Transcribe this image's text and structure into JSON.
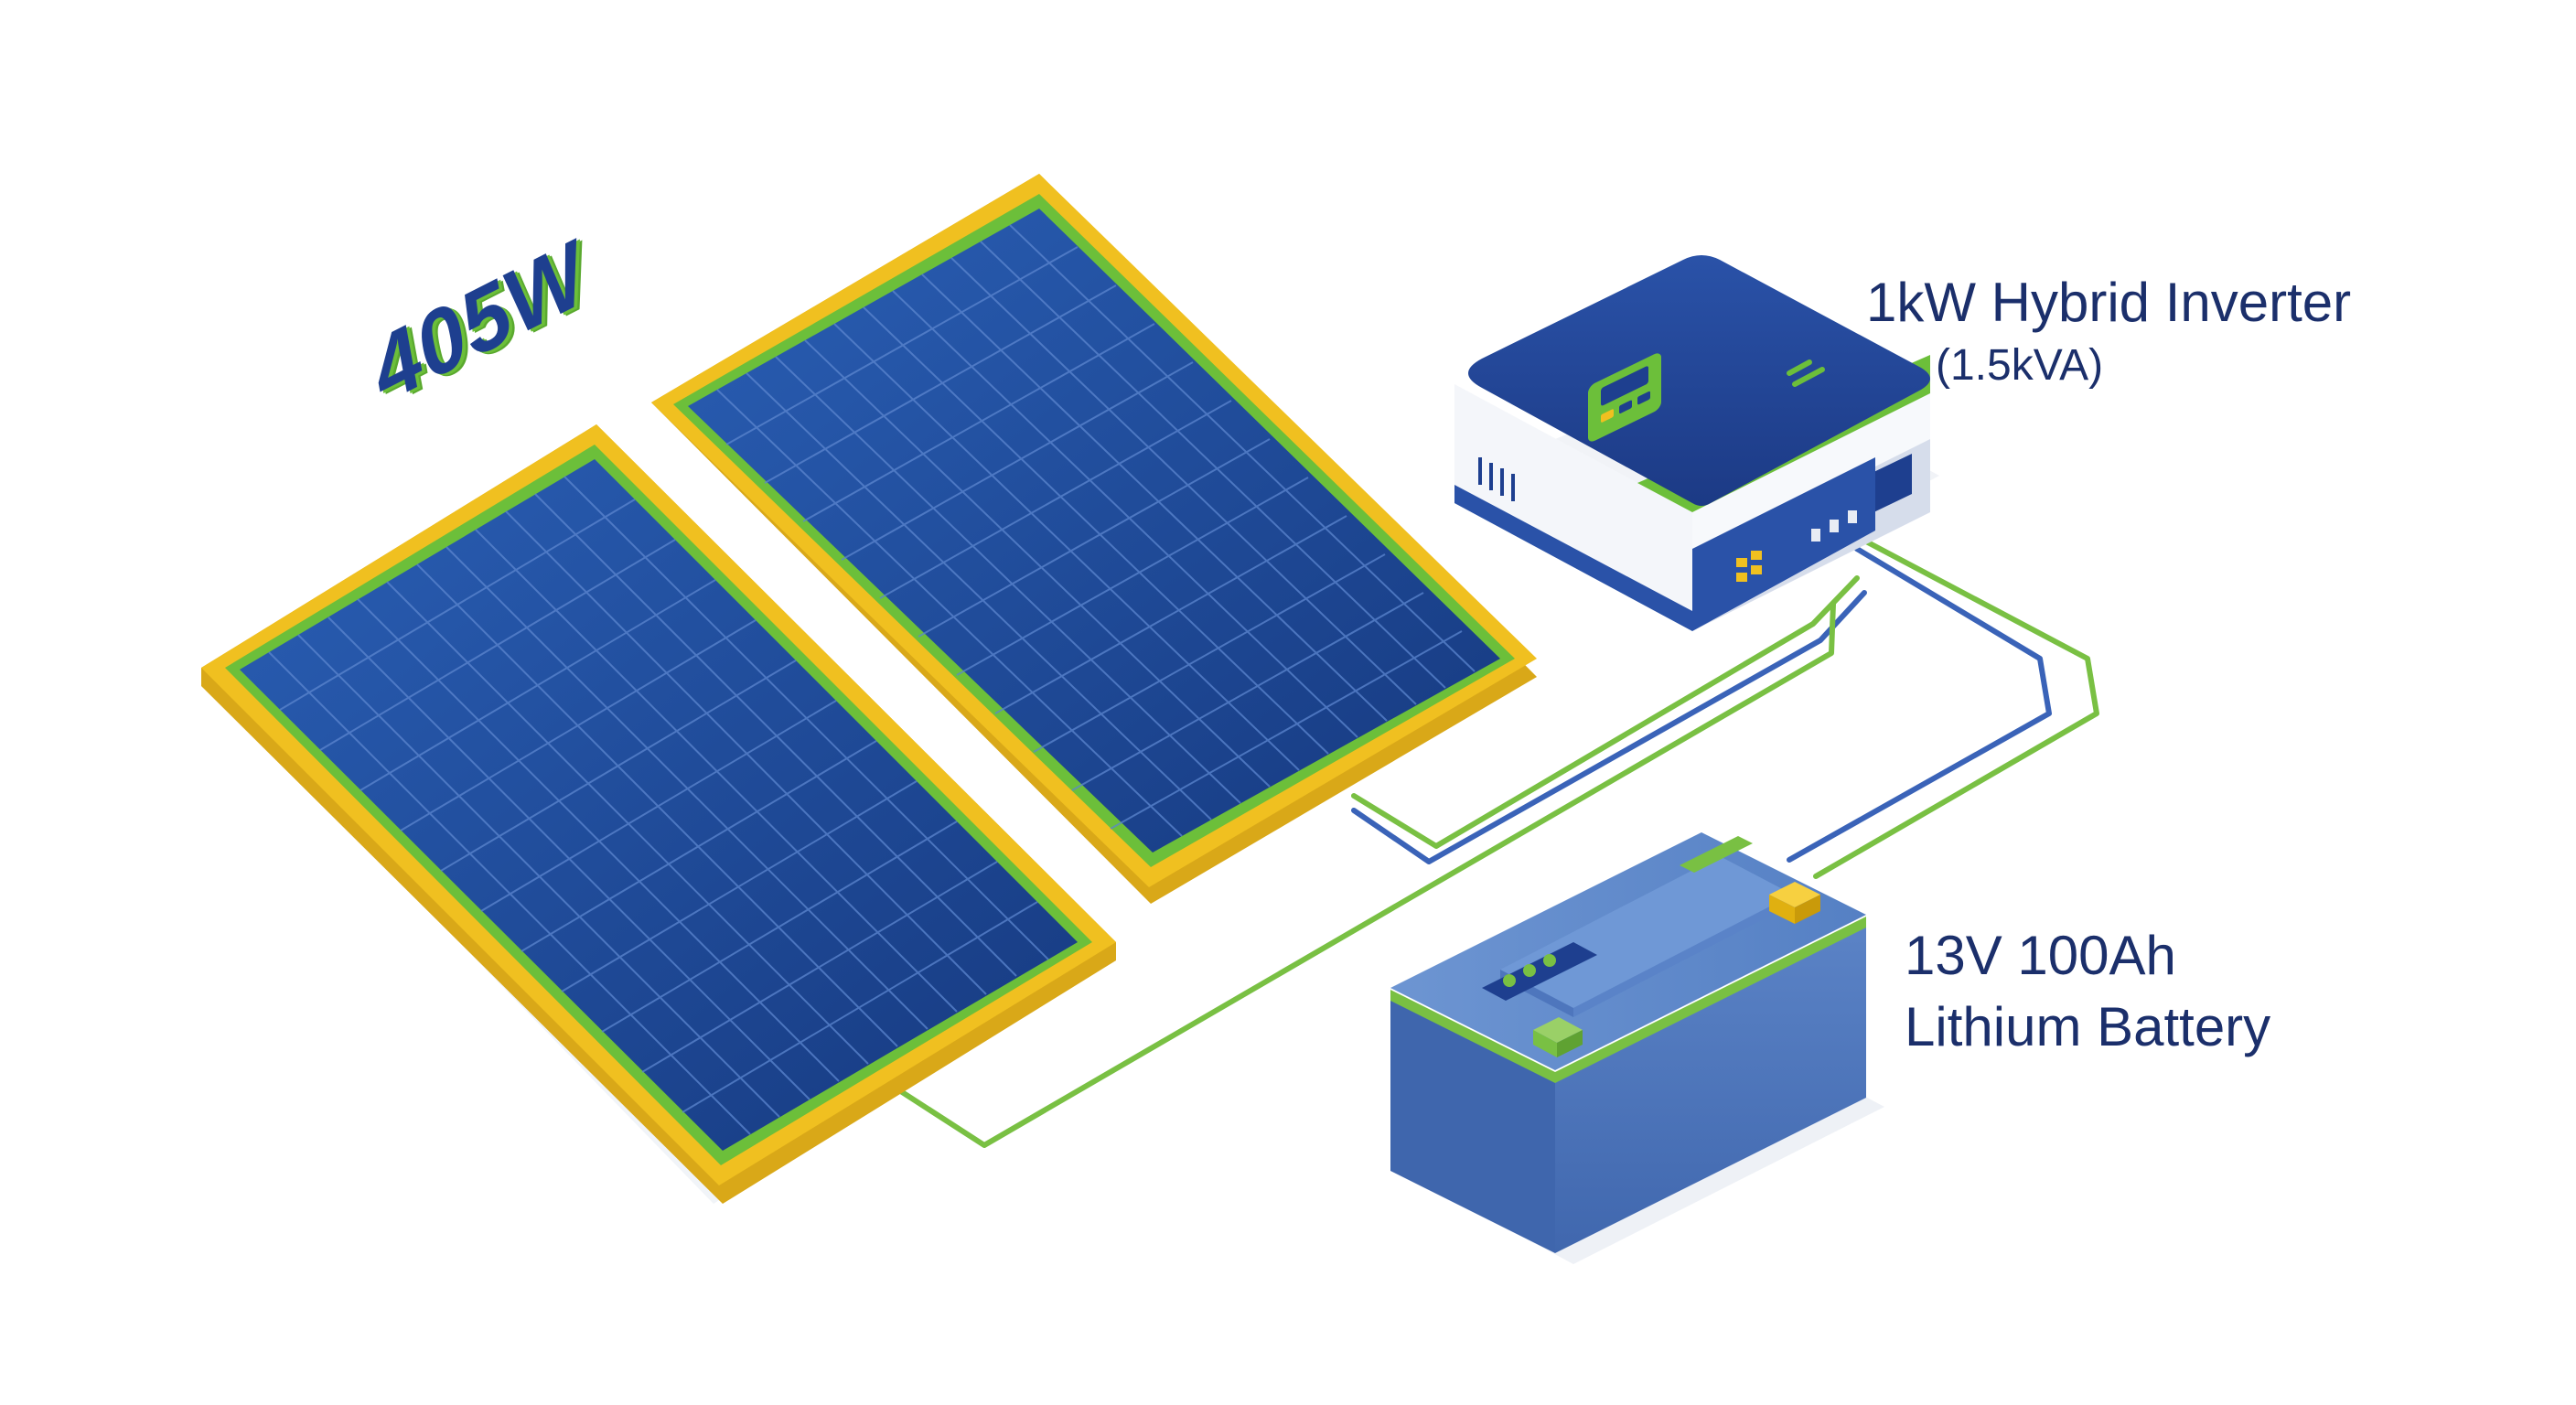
{
  "labels": {
    "panel_rating": "405W",
    "inverter_title": "1kW Hybrid Inverter",
    "inverter_sub": "(1.5kVA)",
    "battery_title": "13V 100Ah",
    "battery_sub": "Lithium Battery"
  },
  "components": {
    "panels": {
      "count": 2
    },
    "inverter": {
      "icon": "hybrid-inverter"
    },
    "battery": {
      "icon": "lithium-battery"
    }
  },
  "colors": {
    "panel_cell": "#1e4fa0",
    "panel_frame": "#f0c020",
    "accent_green": "#6cbf3a",
    "cable_blue": "#3a63b8",
    "cable_green": "#79c043",
    "inverter_body": "#1e3f8f",
    "battery_body": "#5079c0",
    "text": "#1b2f6b"
  }
}
